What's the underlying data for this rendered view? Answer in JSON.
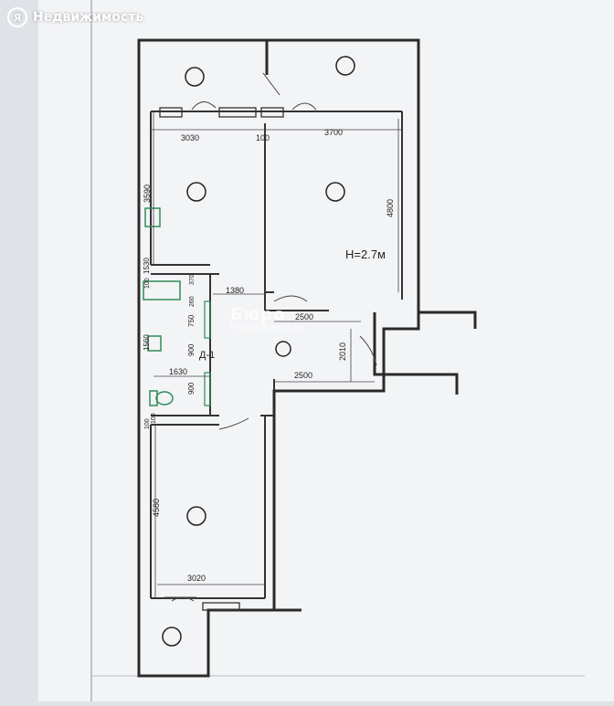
{
  "watermark": {
    "logo": "Я",
    "text": "Недвижимость"
  },
  "center_watermark": {
    "big": "Бюро",
    "small": "Недвижимость"
  },
  "height_label": "H=2.7м",
  "dimensions": {
    "top_left": "3030",
    "top_gap": "100",
    "top_right": "3700",
    "right_vertical": "4800",
    "left_room_vertical": "3590",
    "bath_top": "1530",
    "bath_a": "100",
    "bath_b": "370",
    "bath_c": "260",
    "bath_d": "750",
    "bath_e": "1560",
    "bath_f": "900",
    "bath_g": "900",
    "bath_width": "1630",
    "door_step": "1380",
    "hall_top": "2500",
    "hall_vertical": "2010",
    "hall_bottom": "2500",
    "wall_a": "100",
    "wall_b": "100",
    "bottom_vertical": "4580",
    "bottom_width": "3020"
  },
  "door_label": "Д-1"
}
